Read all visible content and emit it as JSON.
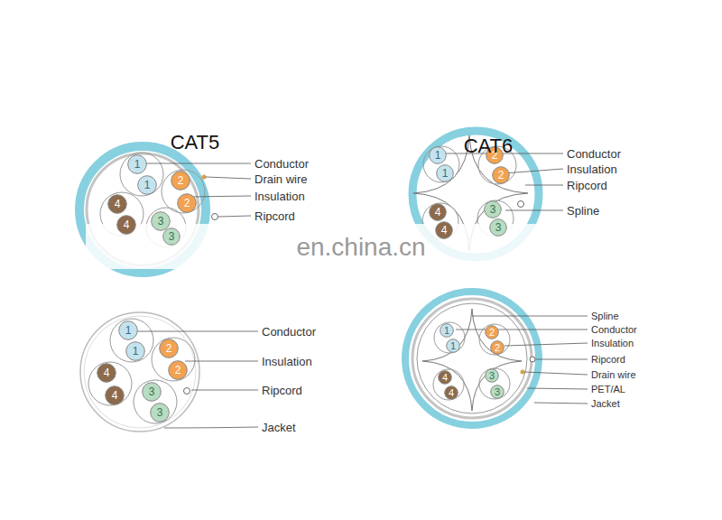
{
  "diagram": {
    "nodes": [
      {
        "text": [
          "1"
        ]
      },
      {
        "text": [
          "1"
        ]
      },
      {
        "text": [
          "2"
        ]
      },
      {
        "text": [
          "2"
        ]
      },
      {
        "text": [
          "4"
        ]
      },
      {
        "text": [
          "4"
        ]
      },
      {
        "text": [
          "3"
        ]
      },
      {
        "text": [
          "3"
        ]
      },
      {
        "text": [
          "1"
        ]
      },
      {
        "text": [
          "1"
        ]
      },
      {
        "text": [
          "2"
        ]
      },
      {
        "text": [
          "2"
        ]
      },
      {
        "text": [
          "4"
        ]
      },
      {
        "text": [
          "4"
        ]
      },
      {
        "text": [
          "3"
        ]
      },
      {
        "text": [
          "3"
        ]
      },
      {
        "text": [
          "1"
        ]
      },
      {
        "text": [
          "1"
        ]
      },
      {
        "text": [
          "2"
        ]
      },
      {
        "text": [
          "2"
        ]
      },
      {
        "text": [
          "4"
        ]
      },
      {
        "text": [
          "4"
        ]
      },
      {
        "text": [
          "3"
        ]
      },
      {
        "text": [
          "3"
        ]
      },
      {
        "text": [
          "1"
        ]
      },
      {
        "text": [
          "1"
        ]
      },
      {
        "text": [
          "2"
        ]
      },
      {
        "text": [
          "2"
        ]
      },
      {
        "text": [
          "4"
        ]
      },
      {
        "text": [
          "4"
        ]
      },
      {
        "text": [
          "3"
        ]
      },
      {
        "text": [
          "3"
        ]
      }
    ],
    "labels": [
      "CAT5",
      "CAT6",
      "Conductor",
      "Drain wire",
      "Insulation",
      "Ripcord",
      "Conductor",
      "Insulation",
      "Ripcord",
      "Spline",
      "en.china.cn",
      "Conductor",
      "Insulation",
      "Ripcord",
      "Jacket",
      "Spline",
      "Conductor",
      "Insulation",
      "Ripcord",
      "Drain wire",
      "PET/AL",
      "Jacket"
    ]
  }
}
